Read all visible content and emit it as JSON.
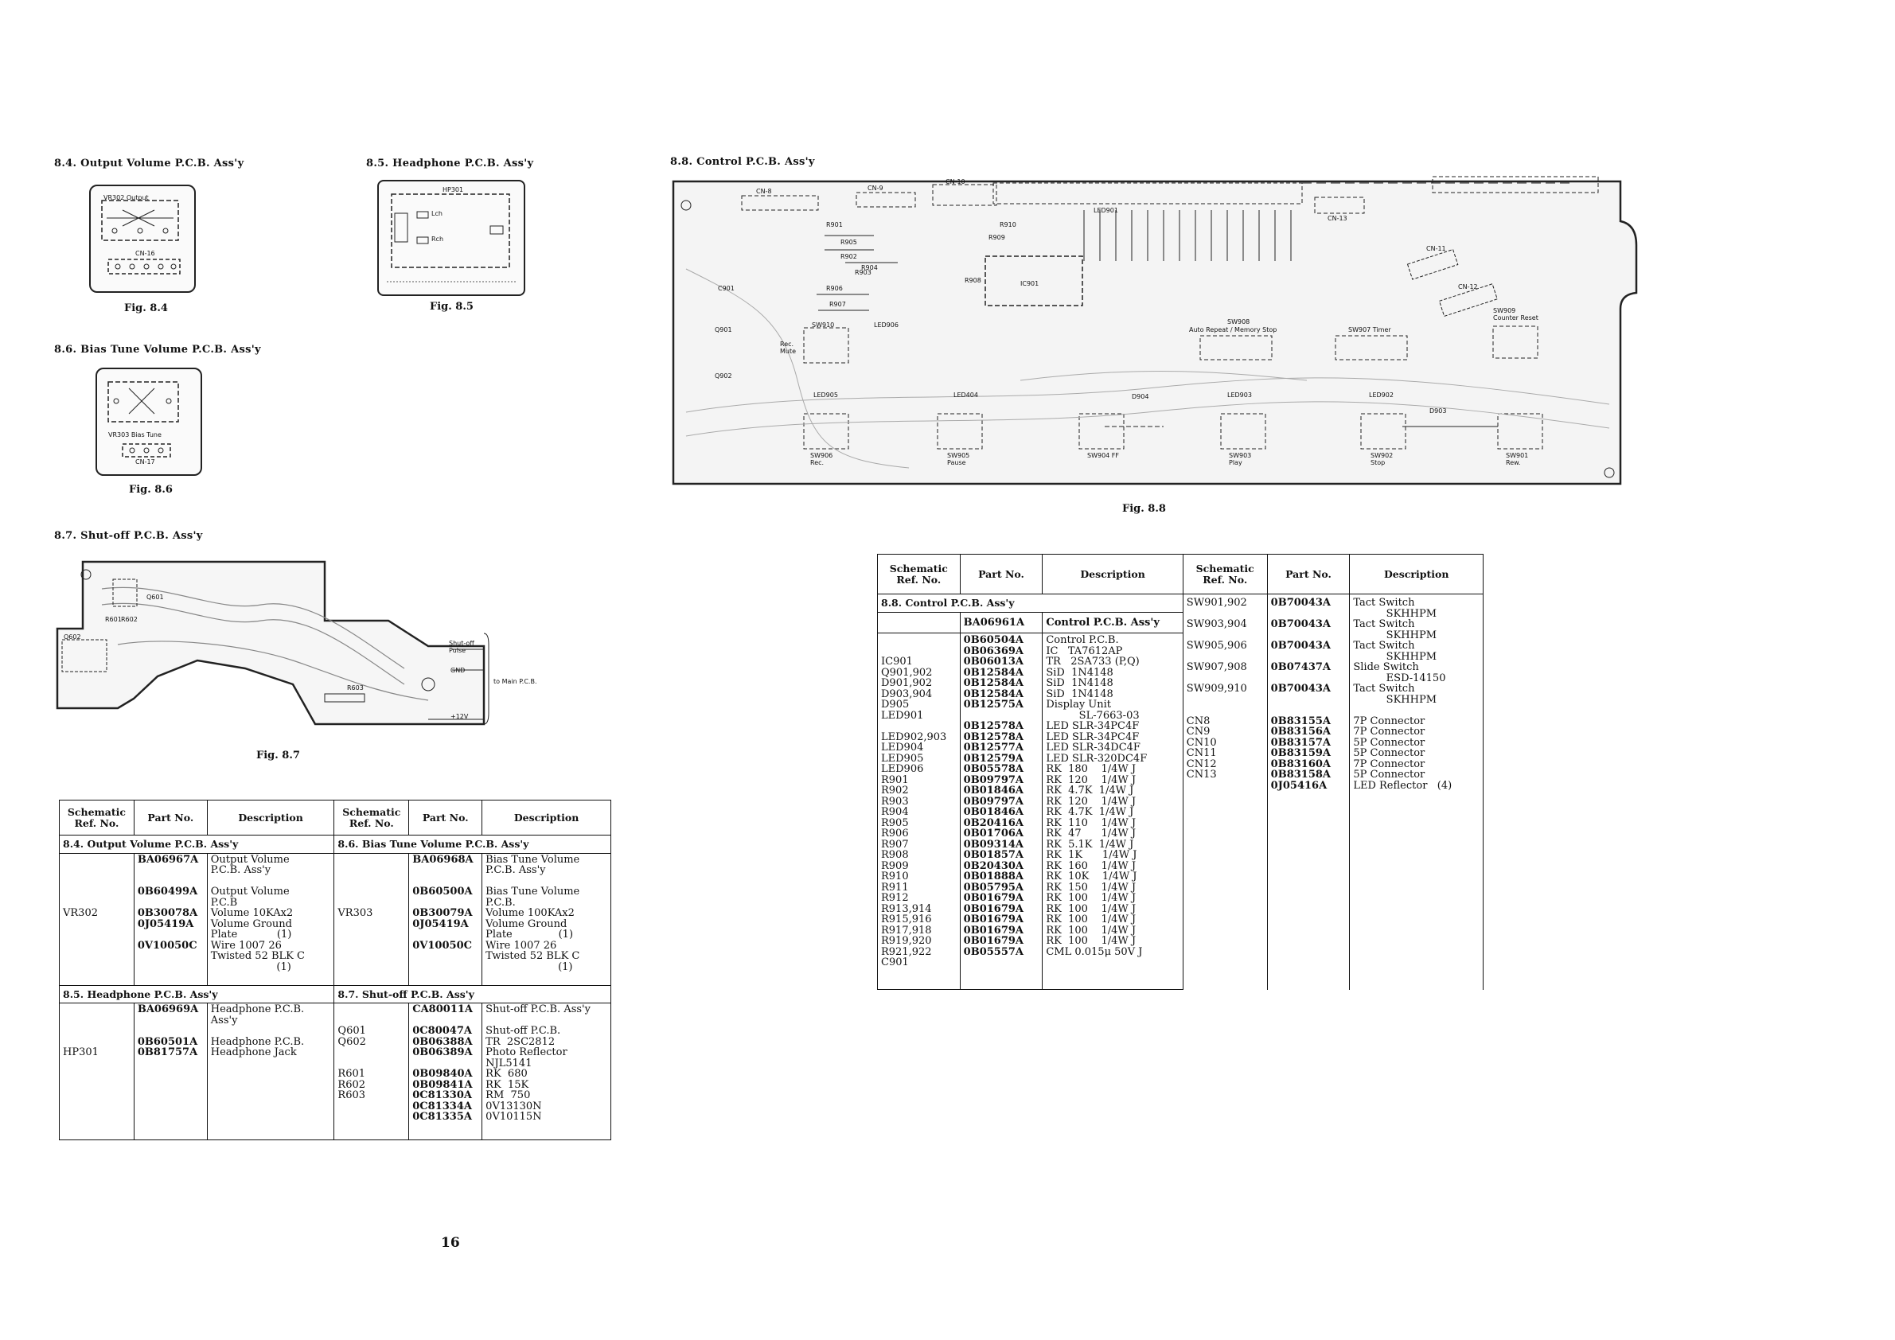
{
  "figures": {
    "f84": {
      "title": "8.4. Output Volume P.C.B. Ass'y",
      "caption": "Fig. 8.4",
      "labels": [
        "VR302 Output",
        "CN-16"
      ]
    },
    "f85": {
      "title": "8.5. Headphone P.C.B. Ass'y",
      "caption": "Fig. 8.5",
      "labels": [
        "HP301",
        "Lch",
        "Rch"
      ]
    },
    "f86": {
      "title": "8.6. Bias Tune Volume P.C.B. Ass'y",
      "caption": "Fig. 8.6",
      "labels": [
        "VR303 Bias Tune",
        "CN-17"
      ]
    },
    "f87": {
      "title": "8.7. Shut-off P.C.B. Ass'y",
      "caption": "Fig. 8.7",
      "labels": [
        "Q601",
        "R601",
        "R602",
        "Q602",
        "R603",
        "Shut-off Pulse",
        "GND",
        "+12V",
        "to Main P.C.B."
      ]
    },
    "f88": {
      "title": "8.8. Control P.C.B. Ass'y",
      "caption": "Fig. 8.8",
      "labels": [
        "CN-8",
        "CN-9",
        "CN-10",
        "LED901",
        "CN-13",
        "CN-11",
        "CN-12",
        "IC901",
        "C901",
        "Q901",
        "Q902",
        "SW910",
        "Rec. Mute",
        "LED905",
        "LED906",
        "LED404",
        "SW908",
        "Auto Repeat / Memory Stop",
        "SW907 Timer",
        "SW909 Counter Reset",
        "LED903",
        "LED902",
        "D904",
        "D903",
        "SW906 Rec.",
        "SW905 Pause",
        "SW904 FF",
        "SW903 Play",
        "SW902 Stop",
        "SW901 Rew.",
        "R901",
        "R902",
        "R903",
        "R904",
        "R905",
        "R906",
        "R907",
        "R908",
        "R909",
        "R910"
      ]
    }
  },
  "table_left": {
    "headers": [
      "Schematic Ref. No.",
      "Part No.",
      "Description",
      "Schematic Ref. No.",
      "Part No.",
      "Description"
    ],
    "sec84": "8.4. Output Volume P.C.B. Ass'y",
    "sec86": "8.6. Bias Tune Volume P.C.B. Ass'y",
    "sec85": "8.5. Headphone P.C.B. Ass'y",
    "sec87": "8.7. Shut-off P.C.B. Ass'y",
    "b84": {
      "ref": [
        "",
        "",
        "",
        "",
        "",
        "VR302",
        "",
        "",
        "",
        "",
        ""
      ],
      "part": [
        "BA06967A",
        "",
        "",
        "0B60499A",
        "",
        "0B30078A",
        "0J05419A",
        "",
        "0V10050C",
        "",
        ""
      ],
      "desc": [
        "Output Volume",
        "P.C.B. Ass'y",
        "",
        "Output Volume",
        "P.C.B",
        "Volume 10KAx2",
        "Volume Ground",
        "Plate            (1)",
        "Wire 1007 26",
        "Twisted 52 BLK C",
        "                    (1)"
      ]
    },
    "b86": {
      "ref": [
        "",
        "",
        "",
        "",
        "",
        "VR303",
        "",
        "",
        "",
        "",
        ""
      ],
      "part": [
        "BA06968A",
        "",
        "",
        "0B60500A",
        "",
        "0B30079A",
        "0J05419A",
        "",
        "0V10050C",
        "",
        ""
      ],
      "desc": [
        "Bias Tune Volume",
        "P.C.B. Ass'y",
        "",
        "Bias Tune Volume",
        "P.C.B.",
        "Volume 100KAx2",
        "Volume Ground",
        "Plate              (1)",
        "Wire 1007 26",
        "Twisted 52 BLK C",
        "                      (1)"
      ]
    },
    "b85": {
      "ref": [
        "",
        "",
        "",
        "",
        "HP301"
      ],
      "part": [
        "BA06969A",
        "",
        "",
        "0B60501A",
        "0B81757A"
      ],
      "desc": [
        "Headphone P.C.B.",
        "Ass'y",
        "",
        "Headphone P.C.B.",
        "Headphone Jack"
      ]
    },
    "b87": {
      "ref": [
        "",
        "",
        "Q601",
        "Q602",
        "",
        "",
        "R601",
        "R602",
        "R603",
        "",
        ""
      ],
      "part": [
        "CA80011A",
        "",
        "0C80047A",
        "0B06388A",
        "0B06389A",
        "",
        "0B09840A",
        "0B09841A",
        "0C81330A",
        "0C81334A",
        "0C81335A"
      ],
      "desc": [
        "Shut-off P.C.B. Ass'y",
        "",
        "Shut-off P.C.B.",
        "TR  2SC2812",
        "Photo Reflector",
        "NJL5141",
        "RK  680",
        "RK  15K",
        "RM  750",
        "0V13130N",
        "0V10115N"
      ]
    }
  },
  "table_right": {
    "headers": [
      "Schematic Ref. No.",
      "Part No.",
      "Description",
      "Schematic Ref. No.",
      "Part No.",
      "Description"
    ],
    "sec88": "8.8. Control P.C.B. Ass'y",
    "b88": {
      "ref": [
        "",
        "",
        "IC901",
        "Q901,902",
        "D901,902",
        "D903,904",
        "D905",
        "LED901",
        "",
        "LED902,903",
        "LED904",
        "LED905",
        "LED906",
        "R901",
        "R902",
        "R903",
        "R904",
        "R905",
        "R906",
        "R907",
        "R908",
        "R909",
        "R910",
        "R911",
        "R912",
        "R913,914",
        "R915,916",
        "R917,918",
        "R919,920",
        "R921,922",
        "C901"
      ],
      "part": [
        "0B60504A",
        "0B06369A",
        "0B06013A",
        "0B12584A",
        "0B12584A",
        "0B12584A",
        "0B12575A",
        "",
        "0B12578A",
        "0B12578A",
        "0B12577A",
        "0B12579A",
        "0B05578A",
        "0B09797A",
        "0B01846A",
        "0B09797A",
        "0B01846A",
        "0B20416A",
        "0B01706A",
        "0B09314A",
        "0B01857A",
        "0B20430A",
        "0B01888A",
        "0B05795A",
        "0B01679A",
        "0B01679A",
        "0B01679A",
        "0B01679A",
        "0B01679A",
        "0B05557A"
      ],
      "desc": [
        "Control P.C.B.",
        "IC   TA7612AP",
        "TR   2SA733 (P,Q)",
        "SiD  1N4148",
        "SiD  1N4148",
        "SiD  1N4148",
        "Display Unit",
        "          SL-7663-03",
        "LED SLR-34PC4F",
        "LED SLR-34PC4F",
        "LED SLR-34DC4F",
        "LED SLR-320DC4F",
        "RK  180    1/4W J",
        "RK  120    1/4W J",
        "RK  4.7K  1/4W J",
        "RK  120    1/4W J",
        "RK  4.7K  1/4W J",
        "RK  110    1/4W J",
        "RK  47      1/4W J",
        "RK  5.1K  1/4W J",
        "RK  1K      1/4W J",
        "RK  160    1/4W J",
        "RK  10K    1/4W J",
        "RK  150    1/4W J",
        "RK  100    1/4W J",
        "RK  100    1/4W J",
        "RK  100    1/4W J",
        "RK  100    1/4W J",
        "RK  100    1/4W J",
        "CML 0.015μ 50V J"
      ]
    },
    "b88_main_part": "BA06961A",
    "b88_main_desc": "Control P.C.B. Ass'y",
    "bsw": {
      "ref": [
        "SW901,902",
        "",
        "SW903,904",
        "",
        "SW905,906",
        "",
        "SW907,908",
        "",
        "SW909,910",
        "",
        "",
        "CN8",
        "CN9",
        "CN10",
        "CN11",
        "CN12",
        "CN13",
        "",
        "",
        "",
        ""
      ],
      "part": [
        "0B70043A",
        "",
        "0B70043A",
        "",
        "0B70043A",
        "",
        "0B07437A",
        "",
        "0B70043A",
        "",
        "",
        "0B83155A",
        "0B83156A",
        "0B83157A",
        "0B83159A",
        "0B83160A",
        "0B83158A",
        "0J05416A",
        "",
        "",
        ""
      ],
      "desc": [
        "Tact Switch",
        "          SKHHPM",
        "Tact Switch",
        "          SKHHPM",
        "Tact Switch",
        "          SKHHPM",
        "Slide Switch",
        "          ESD-14150",
        "Tact Switch",
        "          SKHHPM",
        "",
        "7P Connector",
        "7P Connector",
        "5P Connector",
        "5P Connector",
        "7P Connector",
        "5P Connector",
        "LED Reflector   (4)",
        "",
        "",
        ""
      ]
    }
  },
  "page_number": "16"
}
